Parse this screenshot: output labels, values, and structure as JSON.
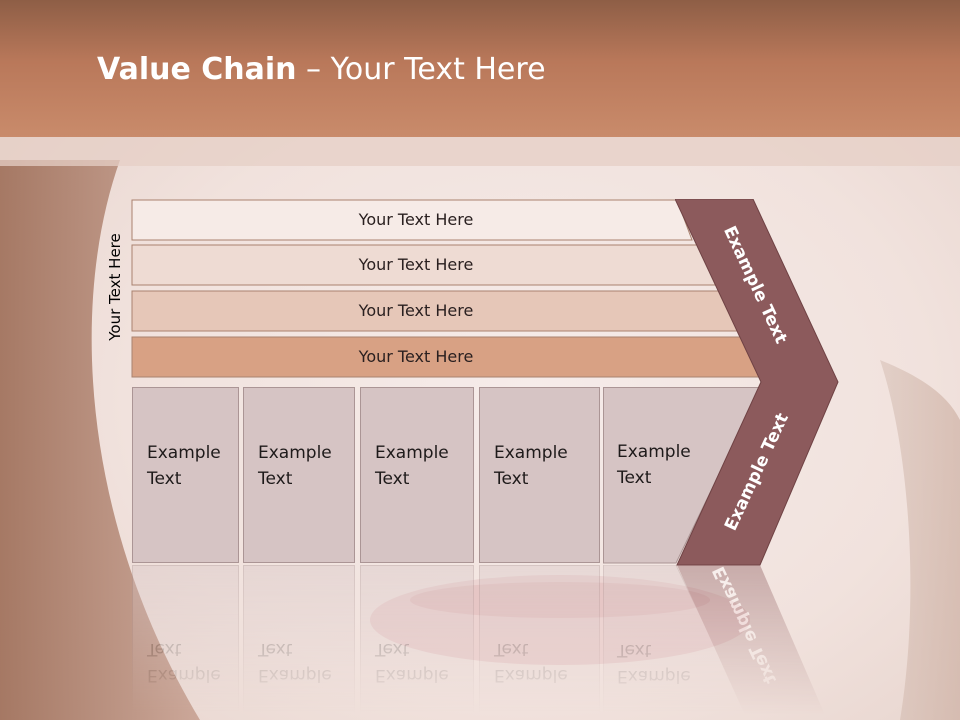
{
  "slide": {
    "title_bold": "Value Chain",
    "title_rest": " – Your Text Here",
    "side_label": "Your Text Here"
  },
  "rows": [
    {
      "label": "Your Text Here",
      "color": "#f6ebe7"
    },
    {
      "label": "Your Text Here",
      "color": "#eedbd3"
    },
    {
      "label": "Your Text Here",
      "color": "#e6c7b8"
    },
    {
      "label": "Your Text Here",
      "color": "#d8a184"
    }
  ],
  "cards": [
    {
      "line1": "Example",
      "line2": "Text"
    },
    {
      "line1": "Example",
      "line2": "Text"
    },
    {
      "line1": "Example",
      "line2": "Text"
    },
    {
      "line1": "Example",
      "line2": "Text"
    },
    {
      "line1": "Example",
      "line2": "Text"
    }
  ],
  "chevron": {
    "upper_text": "Example Text",
    "lower_text": "Example Text",
    "color": "#8c5a5c"
  },
  "colors": {
    "header": "#c08061",
    "card": "#d6c4c4",
    "row_border": "#a9826f"
  }
}
